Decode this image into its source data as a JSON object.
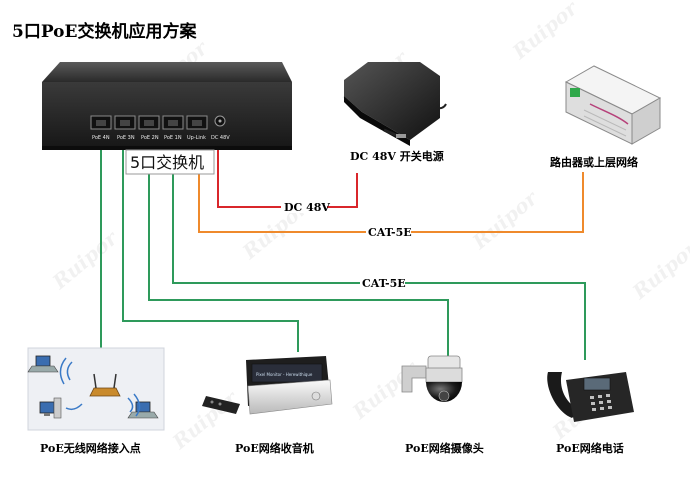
{
  "title": "5口PoE交换机应用方案",
  "switch": {
    "box_label": "5口交换机",
    "ports": [
      "PoE 4N",
      "PoE 3N",
      "PoE 2N",
      "PoE 1N",
      "Up-Link"
    ],
    "dc_label": "DC 48V"
  },
  "power_adapter": {
    "caption": "DC 48V 开关电源"
  },
  "router": {
    "caption": "路由器或上层网络"
  },
  "wires": {
    "power": "DC 48V",
    "uplink": "CAT-5E",
    "poe": "CAT-5E"
  },
  "devices": [
    {
      "caption": "PoE无线网络接入点"
    },
    {
      "caption": "PoE网络收音机",
      "screen_text": "Pixel Monitor - Herewithique"
    },
    {
      "caption": "PoE网络摄像头"
    },
    {
      "caption": "PoE网络电话"
    }
  ],
  "watermark": {
    "brand": "Ruipor"
  },
  "colors": {
    "power_wire": "#d9262b",
    "uplink_wire": "#ef8a2c",
    "poe_wire": "#2e9a5b",
    "switch_body": "#2a2a2a"
  }
}
